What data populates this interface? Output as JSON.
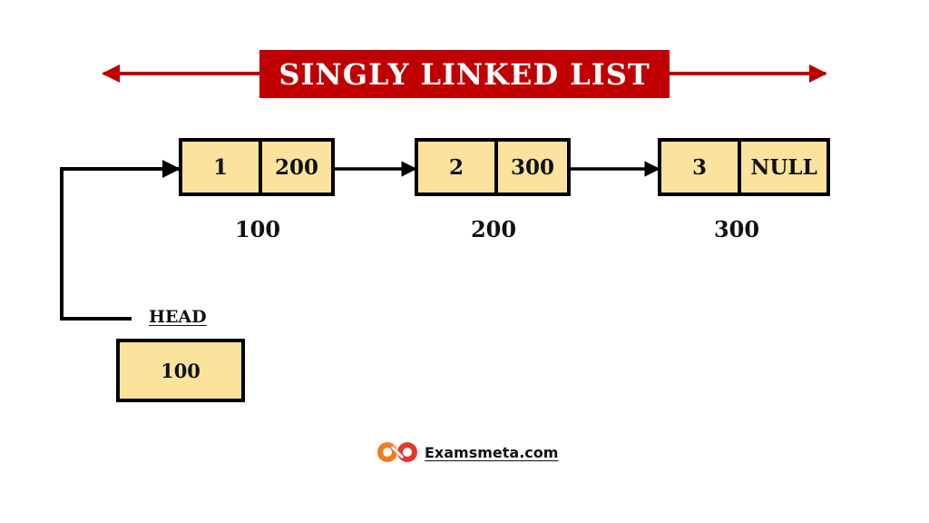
{
  "title": "SINGLY LINKED LIST",
  "colors": {
    "banner": "#c00000",
    "node_fill": "#fbe39e",
    "border": "#000000",
    "title_text": "#ffffff",
    "logo_orange": "#f47a20",
    "logo_red": "#e6372a"
  },
  "nodes": [
    {
      "data": "1",
      "next": "200",
      "address": "100"
    },
    {
      "data": "2",
      "next": "300",
      "address": "200"
    },
    {
      "data": "3",
      "next": "NULL",
      "address": "300"
    }
  ],
  "head": {
    "label": "HEAD",
    "value": "100"
  },
  "brand": {
    "name": "Examsmeta.com",
    "logo_icon": "examsmeta-logo-icon"
  }
}
